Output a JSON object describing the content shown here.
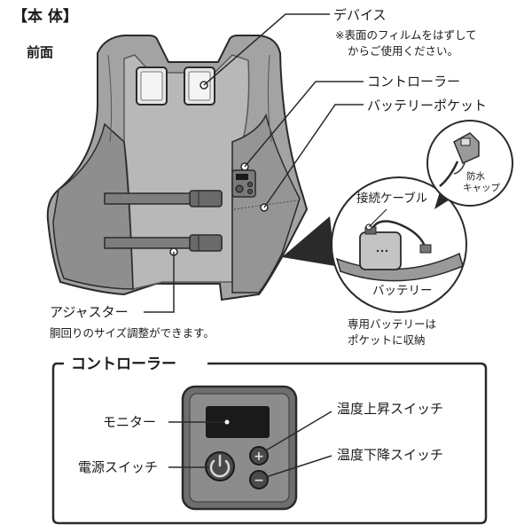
{
  "header": {
    "title": "【本 体】",
    "subtitle": "前面"
  },
  "labels": {
    "device": "デバイス",
    "device_note_1": "※表面のフィルムをはずして",
    "device_note_2": "からご使用ください。",
    "controller": "コントローラー",
    "battery_pocket": "バッテリーポケット",
    "waterproof_cap_1": "防水",
    "waterproof_cap_2": "キャップ",
    "connection_cable": "接続ケーブル",
    "battery": "バッテリー",
    "adjuster": "アジャスター",
    "adjuster_note": "胴回りのサイズ調整ができます。",
    "battery_note_1": "専用バッテリーは",
    "battery_note_2": "ポケットに収納"
  },
  "controller_panel": {
    "title": "コントローラー",
    "monitor": "モニター",
    "power_switch": "電源スイッチ",
    "temp_up": "温度上昇スイッチ",
    "temp_down": "温度下降スイッチ",
    "plus_symbol": "+",
    "minus_symbol": "−"
  },
  "colors": {
    "vest_fill": "#9a9a9a",
    "vest_dark": "#6e6e6e",
    "vest_light": "#bdbdbd",
    "line": "#2a2a2a"
  }
}
